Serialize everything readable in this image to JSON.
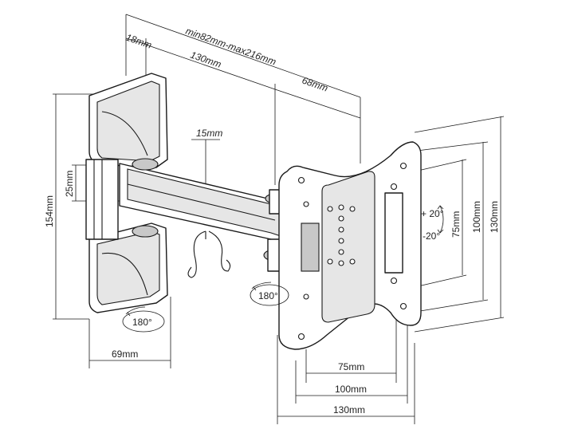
{
  "dimensions": {
    "min_max": "min82mm-max216mm",
    "d18": "18mm",
    "d130_top": "130mm",
    "d68": "68mm",
    "d15": "15mm",
    "d25": "25mm",
    "d154": "154mm",
    "d69": "69mm",
    "d75_bottom": "75mm",
    "d100_bottom": "100mm",
    "d130_bottom": "130mm",
    "d75_right": "75mm",
    "d100_right": "100mm",
    "d130_right": "130mm"
  },
  "rotations": {
    "wall_swivel": "180°",
    "head_swivel": "180°",
    "tilt_up": "+ 20°",
    "tilt_down": "-20°"
  }
}
